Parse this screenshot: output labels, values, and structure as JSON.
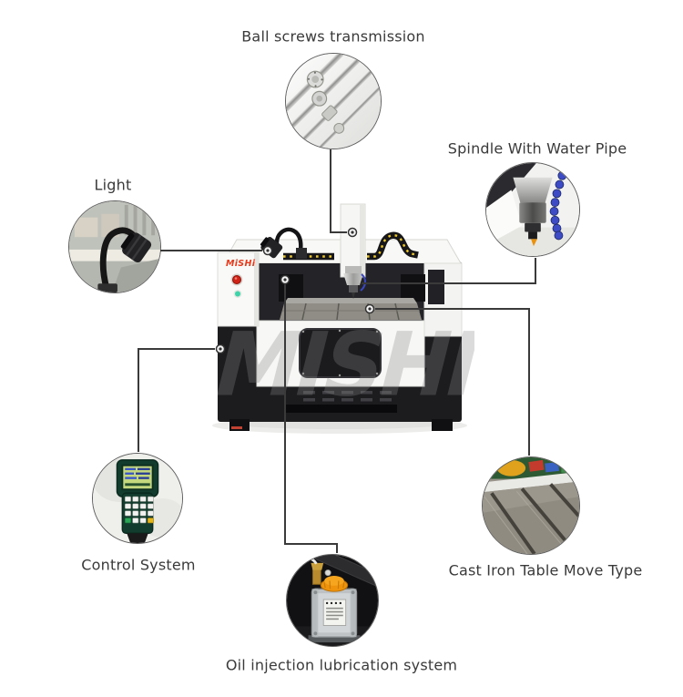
{
  "page": {
    "background": "#ffffff"
  },
  "machine": {
    "brand_logo": "MiSHi",
    "watermark": "MISHI",
    "logo_color": "#e8391a",
    "body_white": "#f7f7f5",
    "body_black": "#1c1c1f",
    "indicator_green": "#3ed3a8",
    "emergency_red": "#cf2318",
    "cable_chain_yellow": "#edc829"
  },
  "callouts": {
    "ball_screws": {
      "label": "Ball screws transmission",
      "icon": "ball-screws-photo"
    },
    "spindle": {
      "label": "Spindle With Water Pipe",
      "icon": "spindle-with-water-pipe-photo"
    },
    "light": {
      "label": "Light",
      "icon": "gooseneck-light-photo"
    },
    "control": {
      "label": "Control System",
      "icon": "handheld-controller-photo"
    },
    "cast_iron": {
      "label": "Cast Iron Table Move Type",
      "icon": "cast-iron-table-photo"
    },
    "oil": {
      "label": "Oil injection lubrication system",
      "icon": "oil-lubrication-pump-photo"
    }
  },
  "style": {
    "label_color": "#3a3a3a",
    "line_color": "#3a3a3a",
    "water_pipe_blue": "#3d4bc4",
    "oil_cap_orange": "#ef930c"
  }
}
